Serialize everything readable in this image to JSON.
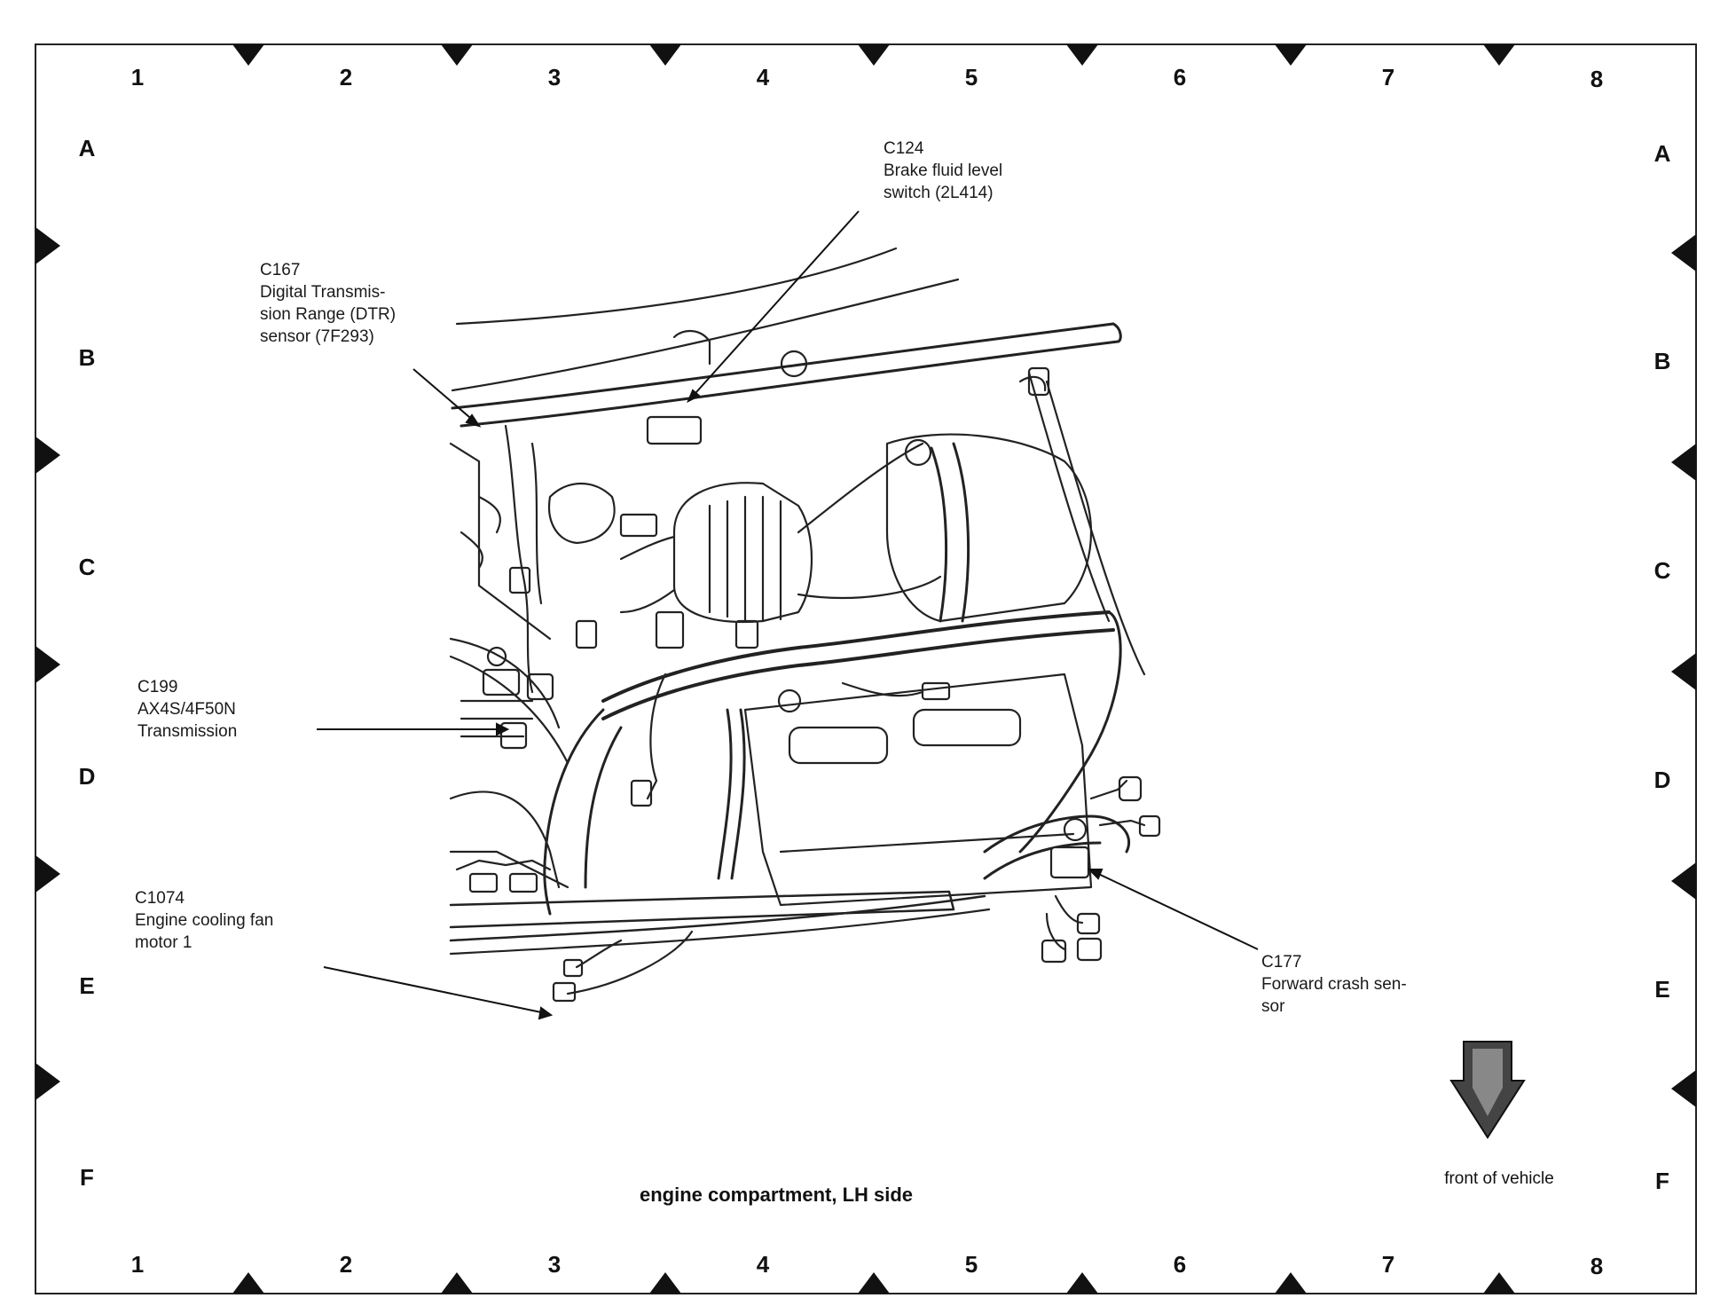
{
  "title": "engine compartment, LH side",
  "front_label": "front of vehicle",
  "grid": {
    "columns": [
      "1",
      "2",
      "3",
      "4",
      "5",
      "6",
      "7",
      "8"
    ],
    "rows": [
      "A",
      "B",
      "C",
      "D",
      "E",
      "F"
    ]
  },
  "callouts": [
    {
      "code": "C124",
      "description": "Brake fluid level\nswitch (2L414)"
    },
    {
      "code": "C167",
      "description": "Digital Transmis-\nsion Range (DTR)\nsensor (7F293)"
    },
    {
      "code": "C199",
      "description": "AX4S/4F50N\nTransmission"
    },
    {
      "code": "C1074",
      "description": "Engine cooling fan\nmotor 1"
    },
    {
      "code": "C177",
      "description": "Forward crash sen-\nsor"
    }
  ]
}
